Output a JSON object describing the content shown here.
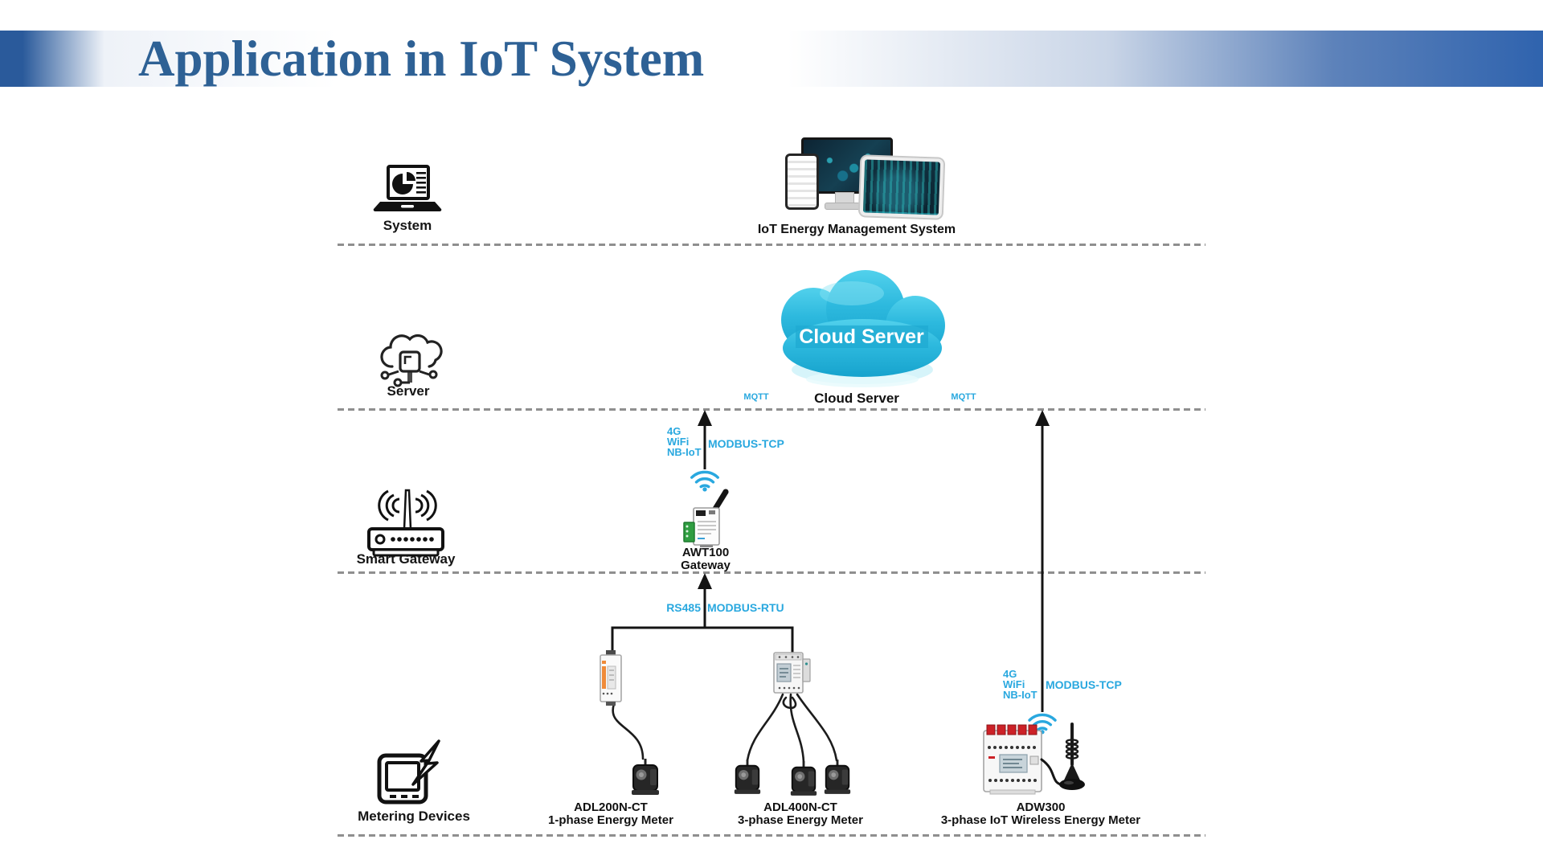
{
  "header": {
    "title": "Application in IoT System"
  },
  "colors": {
    "accent": "#29a8df",
    "title_blue": "#2e6195",
    "cloud_cyan": "#2db9de",
    "header_blue": "#2f63ae"
  },
  "layers": {
    "system": {
      "label": "System"
    },
    "server": {
      "label": "Server"
    },
    "gateway": {
      "label": "Smart Gateway"
    },
    "metering": {
      "label": "Metering Devices"
    }
  },
  "ems": {
    "label": "IoT Energy Management System"
  },
  "cloud": {
    "badge": "Cloud Server",
    "label": "Cloud Server"
  },
  "protocols": {
    "mqtt_left": "MQTT",
    "mqtt_right": "MQTT",
    "rs485": "RS485",
    "modbus_rtu": "MODBUS-RTU"
  },
  "awt100": {
    "wireless": [
      "4G",
      "WiFi",
      "NB-IoT"
    ],
    "protocol": "MODBUS-TCP",
    "name": "AWT100",
    "type": "Gateway"
  },
  "adw300": {
    "wireless": [
      "4G",
      "WiFi",
      "NB-IoT"
    ],
    "protocol": "MODBUS-TCP",
    "name": "ADW300",
    "type": "3-phase IoT Wireless Energy Meter"
  },
  "adl200": {
    "name": "ADL200N-CT",
    "type": "1-phase Energy Meter"
  },
  "adl400": {
    "name": "ADL400N-CT",
    "type": "3-phase Energy Meter"
  }
}
